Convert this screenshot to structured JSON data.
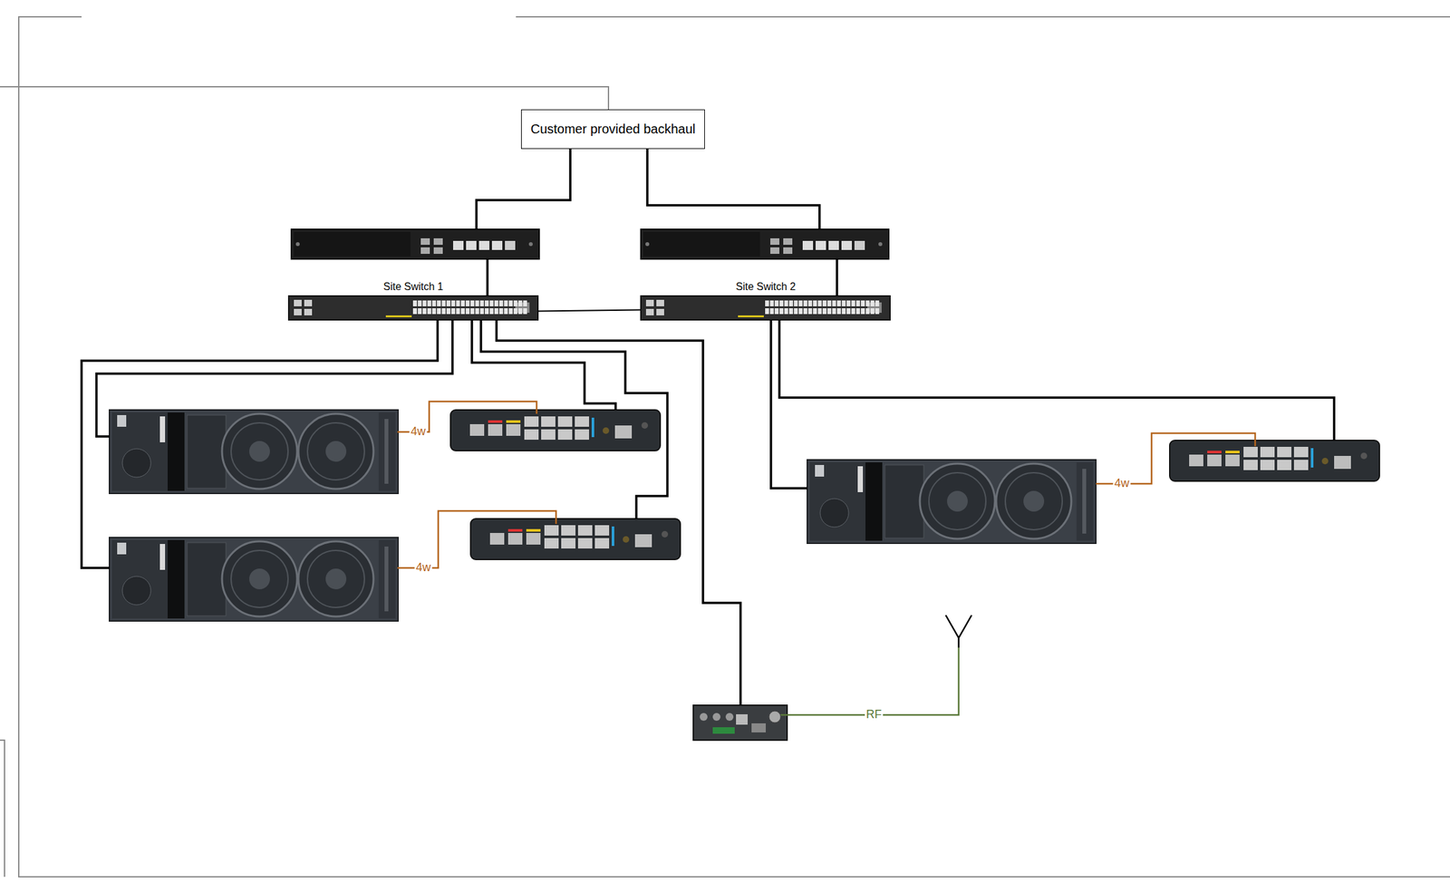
{
  "diagram": {
    "nodes": [
      {
        "text": [
          "Customer provided backhaul"
        ]
      },
      {
        "text": [
          "Site Switch 1"
        ]
      },
      {
        "text": [
          "Site Switch 2"
        ]
      }
    ],
    "edges": [
      {
        "from": 1,
        "to": 2,
        "arrow": "none"
      }
    ],
    "labels": [
      "4w",
      "4w",
      "4w",
      "RF"
    ]
  }
}
